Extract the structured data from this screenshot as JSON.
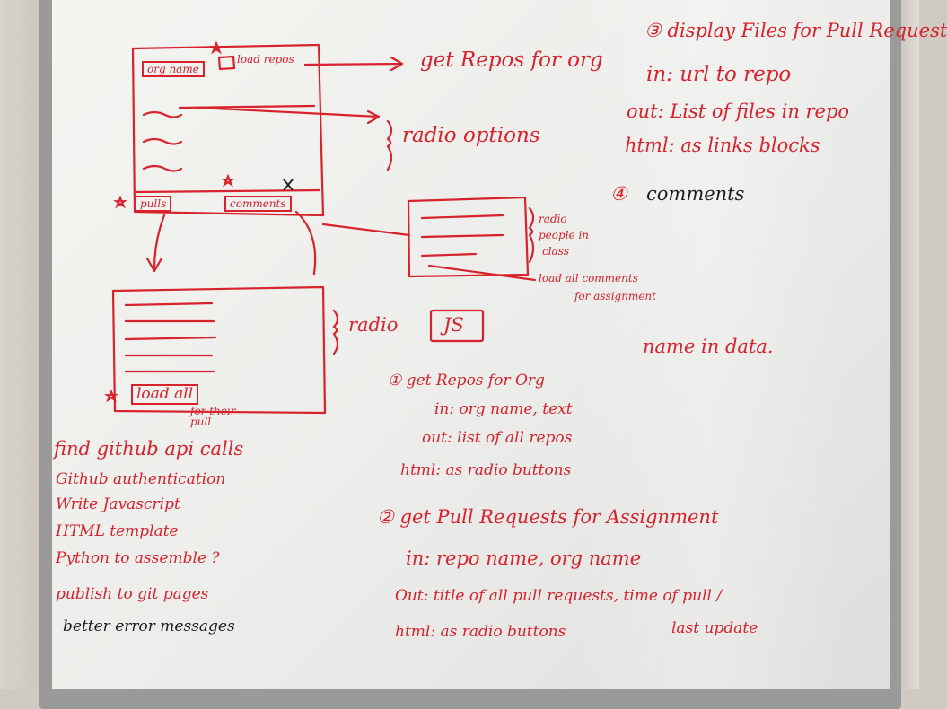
{
  "colors": {
    "marker_red": "#d8222c",
    "marker_black": "#1c1c1c",
    "board": "#f0f0ee",
    "frame": "#9a9a98"
  },
  "wireframe": {
    "org_name_box": "org name",
    "load_repos": "load repos",
    "pulls_button": "pulls",
    "comments_button": "comments",
    "load_all": "load all",
    "load_all_note": "for their pull"
  },
  "annotations": {
    "get_repos_arrow": "get Repos for org",
    "radio_options": "radio options",
    "radio_people_1": "radio",
    "radio_people_2": "people in",
    "radio_people_3": "class",
    "load_comments_1": "load all comments",
    "load_comments_2": "for assignment",
    "radio_lower": "radio",
    "js_box": "JS"
  },
  "todo": [
    "find github api calls",
    "Github authentication",
    "Write Javascript",
    "HTML template",
    "Python to assemble ?",
    "publish to git pages"
  ],
  "todo_black": "better error messages",
  "spec": {
    "s1_title": "① get Repos for Org",
    "s1_in": "in: org name, text",
    "s1_out": "out: list of all repos",
    "s1_html": "html: as radio buttons",
    "s2_title": "② get Pull Requests for Assignment",
    "s2_in": "in: repo name, org name",
    "s2_out": "Out: title of all pull requests, time of pull /",
    "s2_out2": "last update",
    "s2_html": "html: as radio buttons",
    "s3_title": "③ display Files for Pull Request",
    "s3_in": "in: url to repo",
    "s3_out": "out: List of files in repo",
    "s3_html": "html: as links blocks",
    "s4_title": "④",
    "s4_label": "comments",
    "name_in_data": "name in data."
  }
}
